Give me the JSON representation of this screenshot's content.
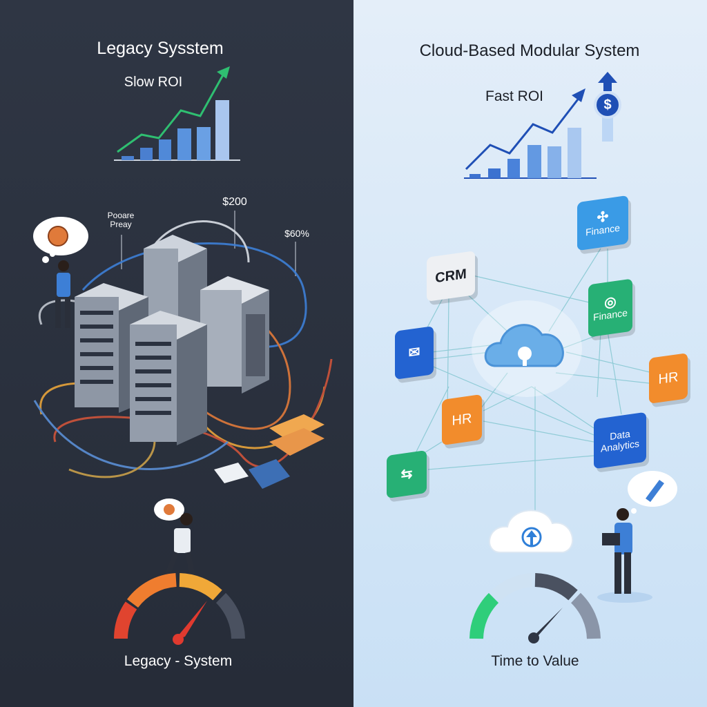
{
  "left": {
    "title": "Legacy Sysstem",
    "subtitle": "Slow ROI",
    "callouts": {
      "label_a": "Pooare",
      "label_b": "Preay",
      "price": "$200",
      "percent": "$60%"
    },
    "gauge_label": "Legacy - System",
    "colors": {
      "background": "#2b3240",
      "trend": "#2fbf71",
      "gauge_needle": "#e03a2f"
    }
  },
  "right": {
    "title": "Cloud-Based Modular System",
    "subtitle": "Fast ROI",
    "dollar_symbol": "$",
    "modules": [
      {
        "label": "Finance",
        "icon": "handshake-icon"
      },
      {
        "label": "CRM"
      },
      {
        "label": "Finance",
        "icon": "chat-icon"
      },
      {
        "label": "HR"
      },
      {
        "label": "HR"
      },
      {
        "label": "Data Analytics"
      }
    ],
    "gauge_label": "Time to Value",
    "colors": {
      "background": "#d8e8f7",
      "trend": "#1f4fb5",
      "gauge_needle": "#2f3644"
    }
  }
}
